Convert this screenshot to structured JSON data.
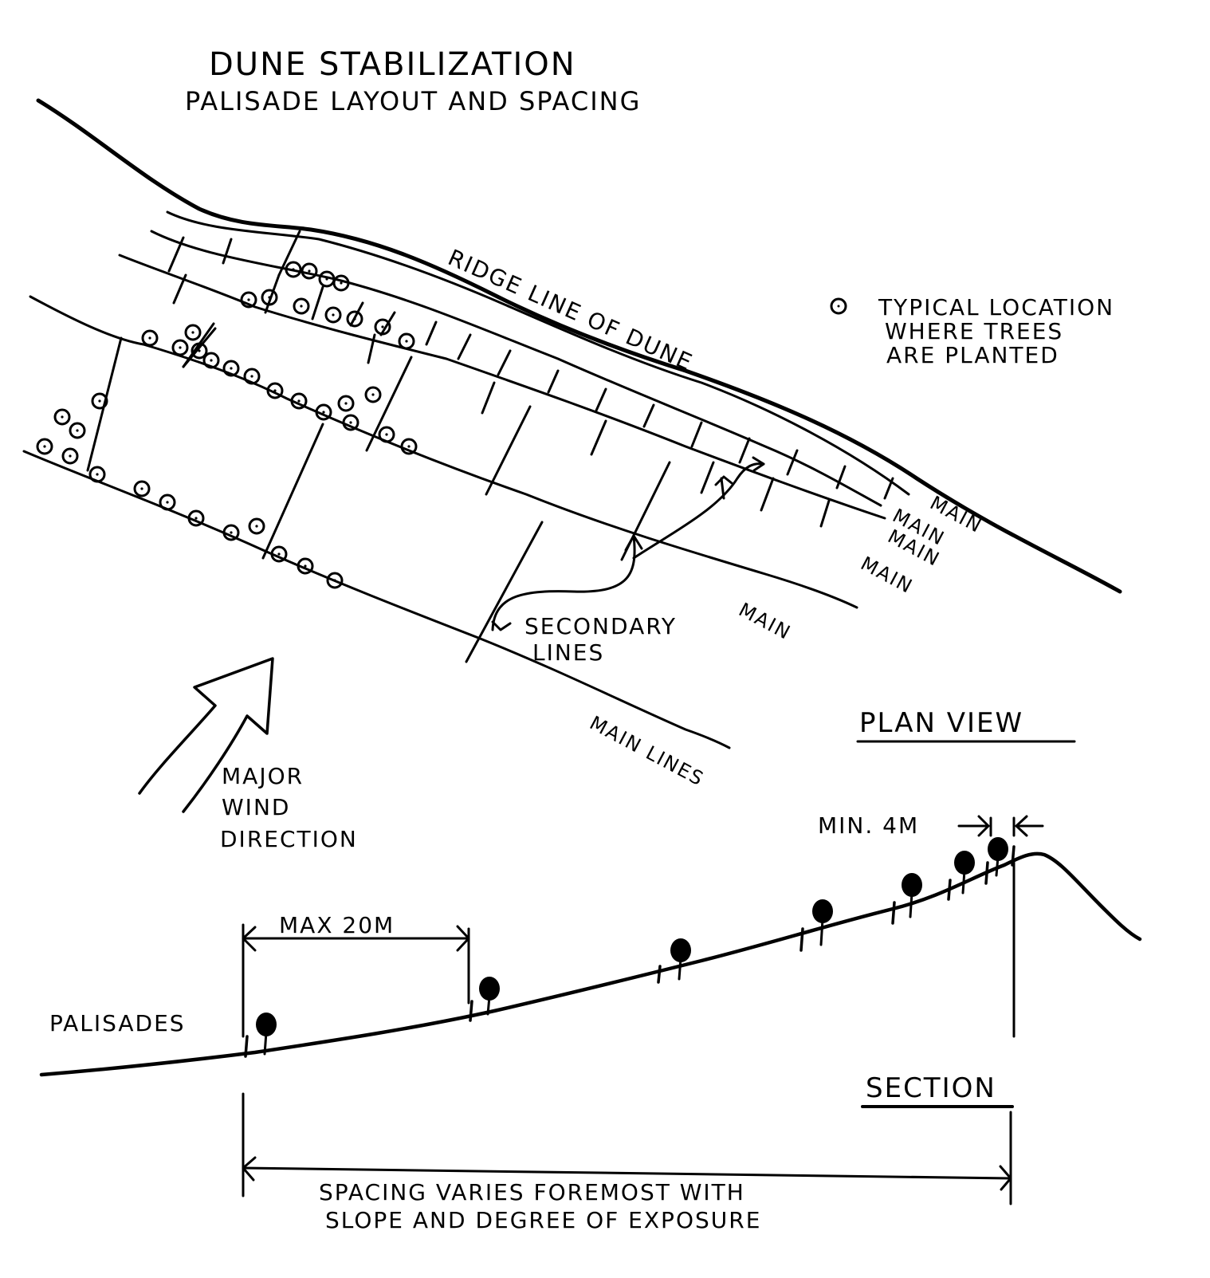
{
  "title": "DUNE STABILIZATION",
  "subtitle": "PALISADE LAYOUT AND SPACING",
  "plan_view": {
    "heading": "PLAN VIEW",
    "ridge_label": "RIDGE LINE OF DUNE",
    "legend_icon": "tree-location-icon",
    "legend_lines": [
      "TYPICAL LOCATION",
      "WHERE TREES",
      "ARE PLANTED"
    ],
    "main_labels": [
      "MAIN",
      "MAIN",
      "MAIN",
      "MAIN",
      "MAIN"
    ],
    "main_lines_label": "MAIN LINES",
    "secondary_label_lines": [
      "SECONDARY",
      "LINES"
    ],
    "wind_label_lines": [
      "MAJOR",
      "WIND",
      "DIRECTION"
    ],
    "wind_icon": "wind-arrow-icon"
  },
  "section_view": {
    "heading": "SECTION",
    "palisades_label": "PALISADES",
    "max_spacing_label": "MAX 20M",
    "min_spacing_label": "MIN. 4M",
    "note_lines": [
      "SPACING VARIES FOREMOST WITH",
      "SLOPE AND DEGREE OF EXPOSURE"
    ],
    "tree_icon": "tree-icon"
  }
}
